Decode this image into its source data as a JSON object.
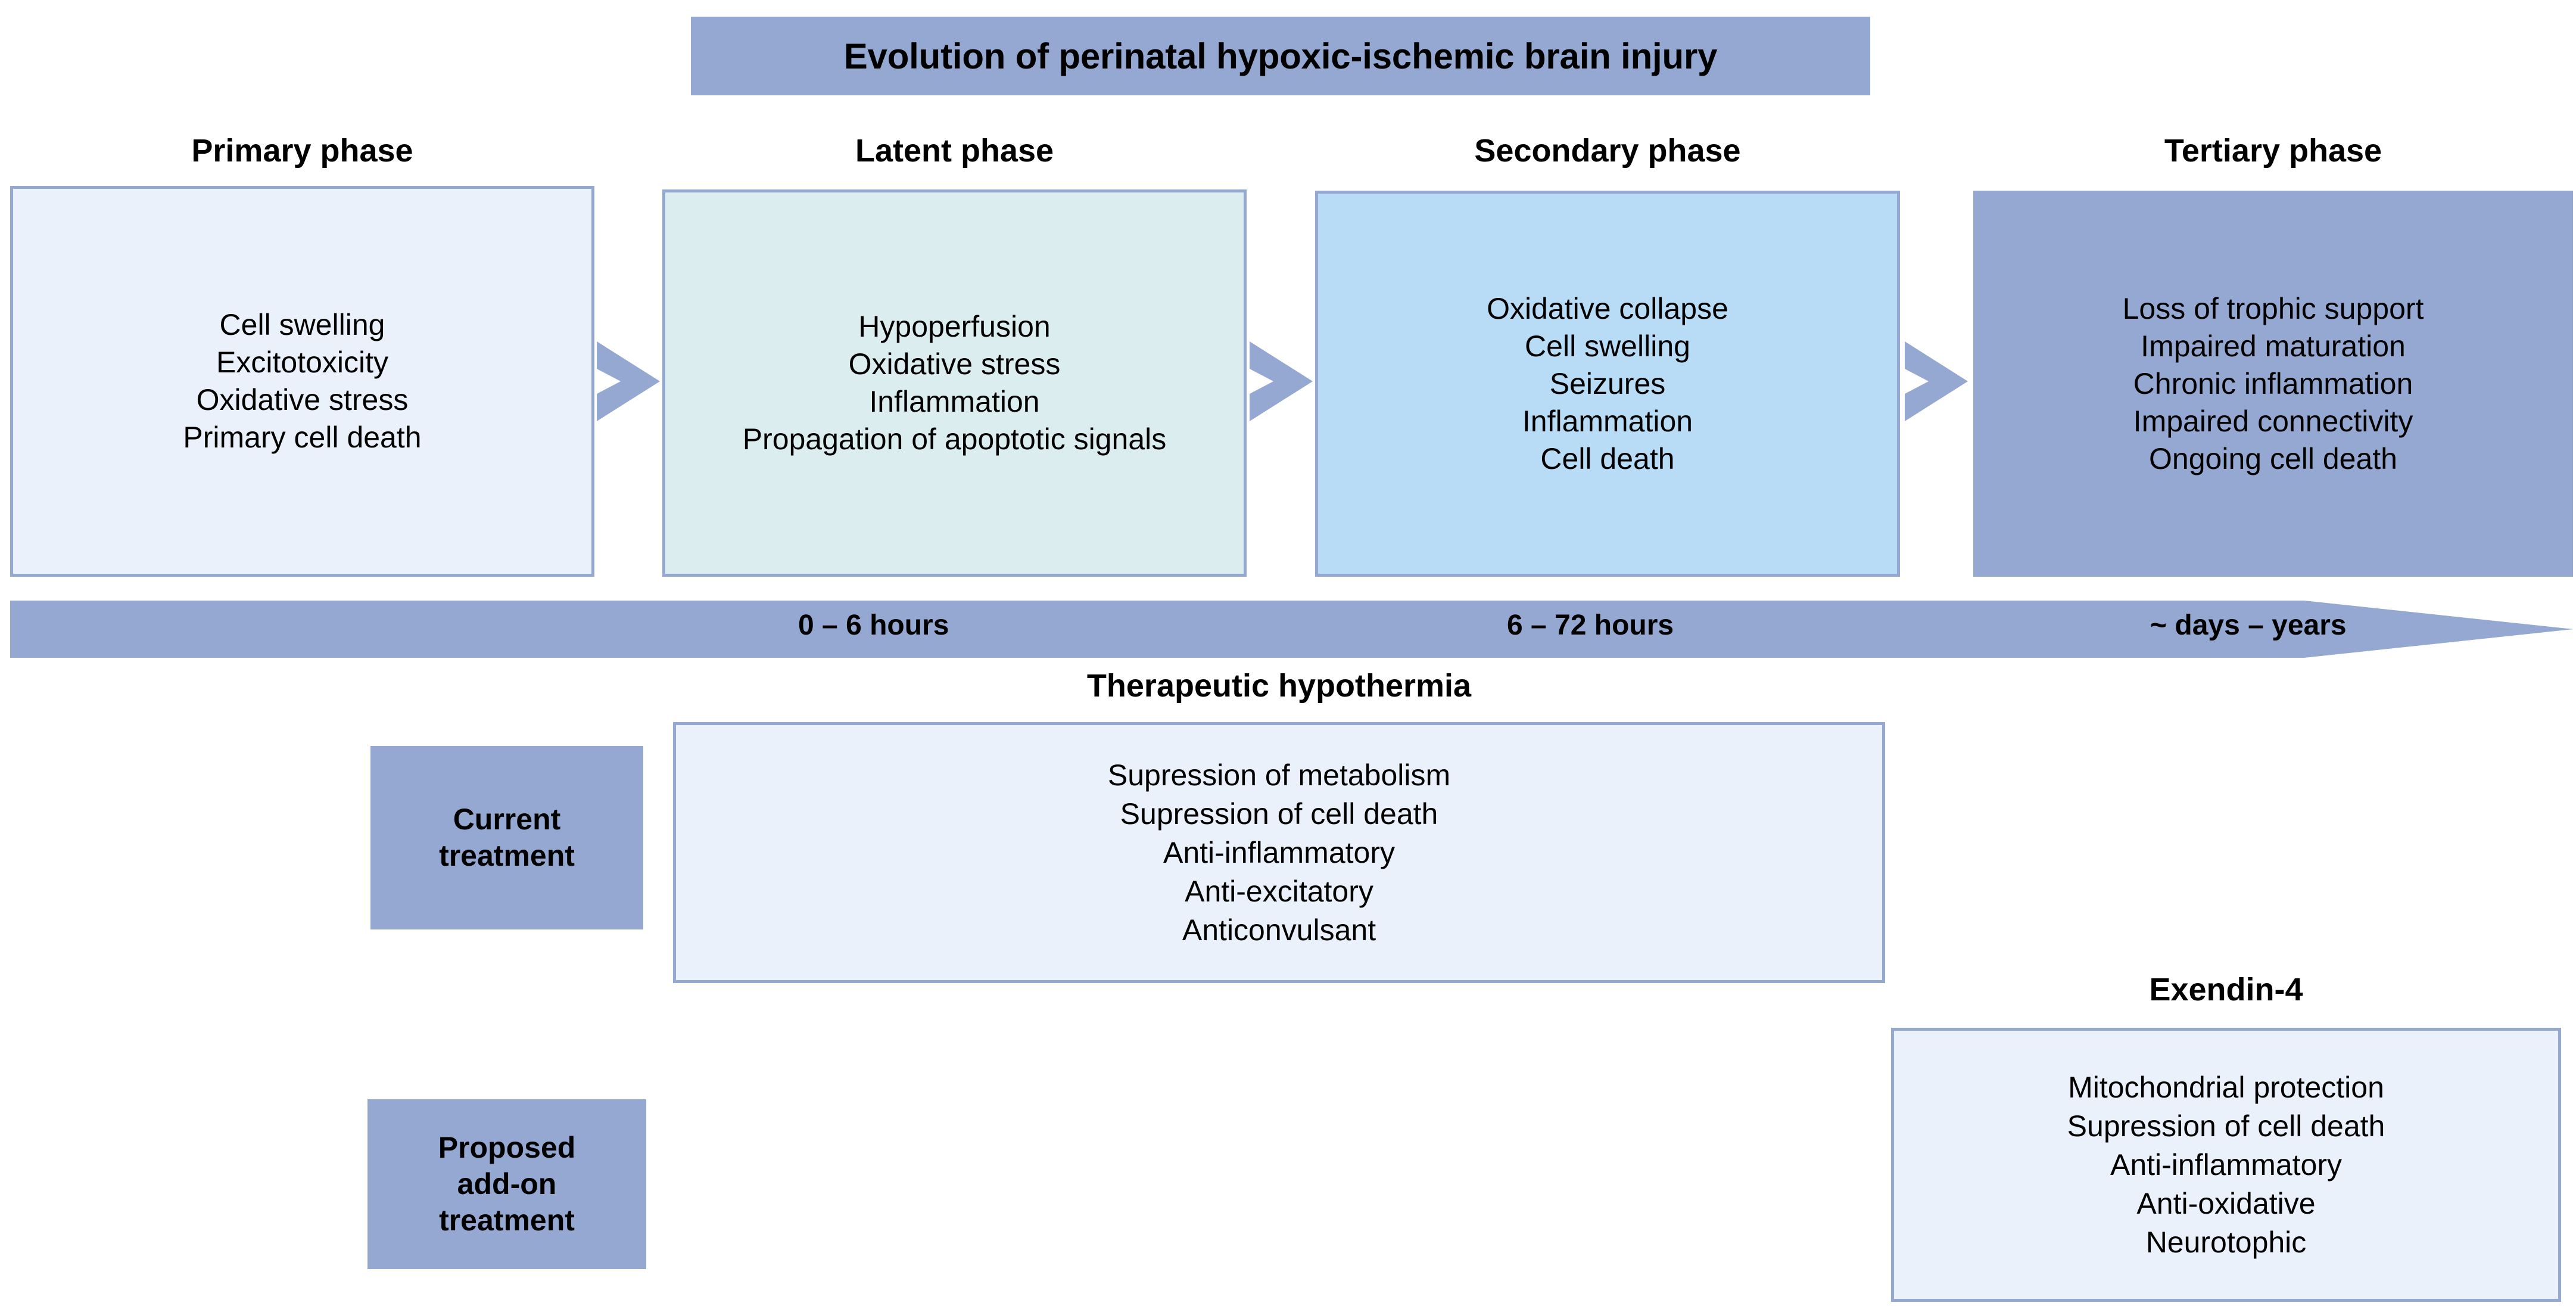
{
  "title": {
    "text": "Evolution of perinatal hypoxic-ischemic brain injury"
  },
  "colors": {
    "banner": "#95a8d2",
    "border": "#95a8d2",
    "primary_fill": "#eaf1fa",
    "latent_fill": "#dcedf0",
    "secondary_fill": "#b8dcf5",
    "tertiary_fill": "#95a8d2",
    "arrow": "#95a8d2",
    "treatment_fill": "#eaf1fa",
    "tag_fill": "#95a8d2",
    "text": "#000000"
  },
  "phases": [
    {
      "header": "Primary phase",
      "items": [
        "Cell swelling",
        "Excitotoxicity",
        "Oxidative stress",
        "Primary cell death"
      ]
    },
    {
      "header": "Latent phase",
      "items": [
        "Hypoperfusion",
        "Oxidative stress",
        "Inflammation",
        "Propagation of apoptotic signals"
      ]
    },
    {
      "header": "Secondary phase",
      "items": [
        "Oxidative collapse",
        "Cell swelling",
        "Seizures",
        "Inflammation",
        "Cell death"
      ]
    },
    {
      "header": "Tertiary phase",
      "items": [
        "Loss of trophic support",
        "Impaired maturation",
        "Chronic inflammation",
        "Impaired connectivity",
        "Ongoing cell death"
      ]
    }
  ],
  "timeline": {
    "labels": [
      "0 – 6 hours",
      "6 – 72 hours",
      "~ days – years"
    ]
  },
  "treatments": [
    {
      "tag": "Current treatment",
      "tag_lines": [
        "Current",
        "treatment"
      ],
      "header": "Therapeutic hypothermia",
      "items": [
        "Supression of metabolism",
        "Supression of cell death",
        "Anti-inflammatory",
        "Anti-excitatory",
        "Anticonvulsant"
      ]
    },
    {
      "tag": "Proposed add-on treatment",
      "tag_lines": [
        "Proposed",
        "add-on",
        "treatment"
      ],
      "header": "Exendin-4",
      "items": [
        "Mitochondrial protection",
        "Supression of cell death",
        "Anti-inflammatory",
        "Anti-oxidative",
        "Neurotophic"
      ]
    }
  ]
}
